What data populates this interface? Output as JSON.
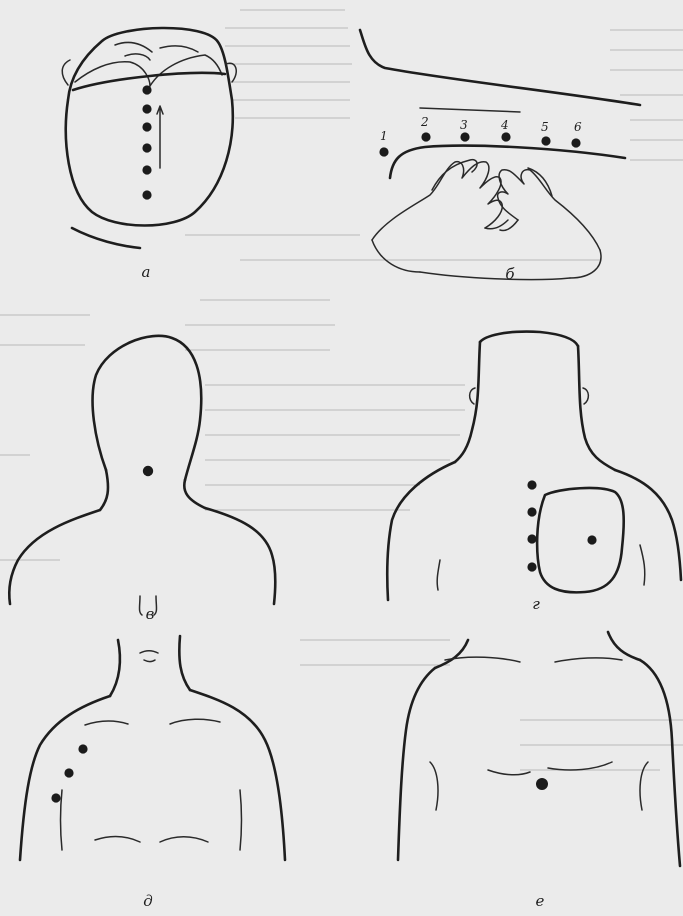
{
  "panels": {
    "a": {
      "caption": "а"
    },
    "b": {
      "caption": "б",
      "point_numbers": [
        "1",
        "2",
        "3",
        "4",
        "5",
        "6"
      ]
    },
    "v": {
      "caption": "в"
    },
    "g": {
      "caption": "г"
    },
    "d": {
      "caption": "д"
    },
    "e": {
      "caption": "е"
    }
  },
  "colors": {
    "ink": "#1e1e1e",
    "paper": "#ebebeb",
    "faded_text": "#8a8a8a"
  }
}
